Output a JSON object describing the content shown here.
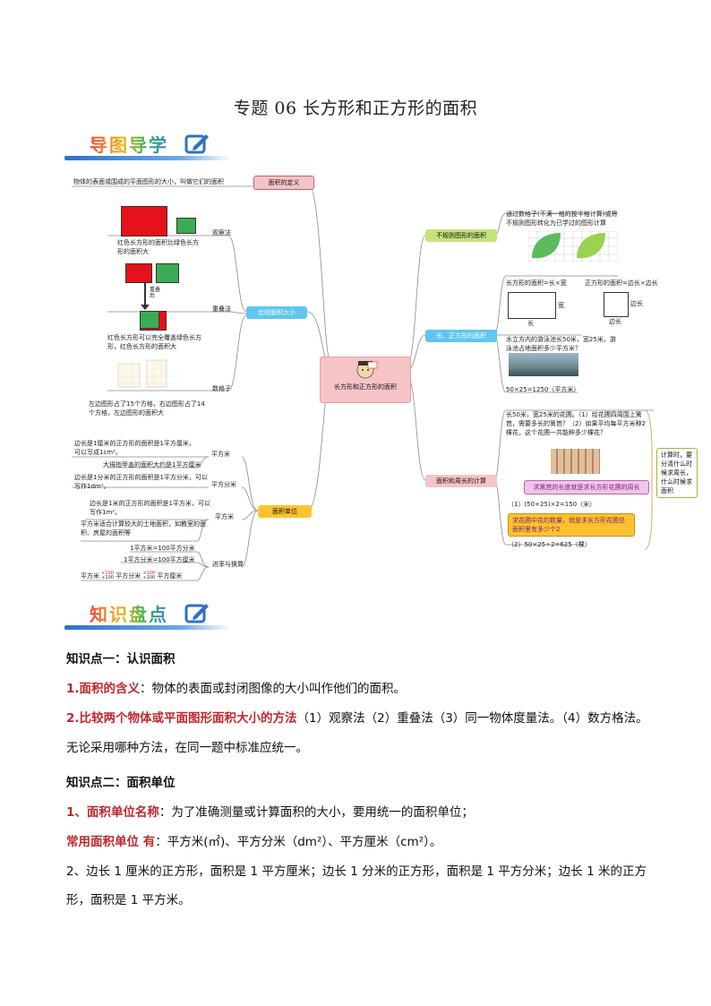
{
  "title": "专题 06 长方形和正方形的面积",
  "sections": {
    "mindmap_banner": "导图导学",
    "knowledge_banner": "知识盘点"
  },
  "mindmap": {
    "center": "长方形和正方形的面积",
    "left": {
      "definition": {
        "label": "面积的定义",
        "text": "物体的表面或围成的平面图形的大小，叫做它们的面积"
      },
      "compare": {
        "label": "比较面积大小",
        "observe": {
          "label": "观察法",
          "text": "红色长方形的面积比绿色长方形的面积大"
        },
        "overlap": {
          "label": "重叠法",
          "arrow": "重叠后",
          "text": "红色长方形可以完全覆盖绿色长方形，红色长方形的面积大"
        },
        "count": {
          "label": "数格子",
          "text": "左边图形占了15个方格，右边图形占了14个方格，左边图形的面积大"
        }
      },
      "unit": {
        "label": "面积单位",
        "m2": {
          "label": "平方米",
          "text1": "边长是1厘米的正方形的面积是1平方厘米，可以写成1cm²。",
          "text2": "大拇指甲盖的面积大约是1平方厘米"
        },
        "dm2": {
          "label": "平方分米",
          "text": "边长是1分米的正方形的面积是1平方分米，可以写作1dm²。"
        },
        "sqm": {
          "label": "平方米",
          "text1": "边长是1米的正方形的面积是1平方米，可以写作1m²。",
          "text2": "平方米适合计算较大的土地面积，如教室的面积、房屋的面积等"
        },
        "conv": {
          "label": "进率与换算",
          "r1": "1平方米=100平方分米",
          "r2": "1平方分米=100平方厘米",
          "r3a": "平方米",
          "r3b": "平方分米",
          "r3c": "平方厘米",
          "x100": "×100",
          "d100": "÷100"
        }
      }
    },
    "right": {
      "irregular": {
        "label": "不规则图形的面积",
        "text": "通过数格子(不满一格的按半格计算)或将不规则图形转化为已学过的图形计算"
      },
      "rect": {
        "label": "长、正方形的面积",
        "rect_formula": "长方形的面积=长×宽",
        "sq_formula": "正方形的面积=边长×边长",
        "len": "长",
        "wid": "宽",
        "side1": "边长",
        "side2": "边长",
        "problem": "水立方内的游泳池长50米，宽25米。游泳池占地面积多少平方米？",
        "answer": "50×25=1250（平方米）"
      },
      "calc": {
        "label": "面积和周长的计算",
        "problem": "长50米，宽25米的花圃。（1）给花圃四周围上篱笆，需要多长的篱笆？（2）如果平均每平方米种2棵花，这个花圃一共能种多少棵花？",
        "hint1": "求篱笆的长度就是求长方形花圃的周长",
        "ans1": "（1）(50+25)×2=150（米）",
        "hint2": "求花圃中花的数量，就是求长方形花圃总面积里有多少个2",
        "ans2": "（2）50×25÷2=625（棵）",
        "side_note": "计算时，要分清什么时候求周长，什么时候求面积"
      }
    }
  },
  "kp1": {
    "heading": "知识点一：认识面积",
    "p1_num": "1.",
    "p1_key": "面积的含义",
    "p1_text": "：物体的表面或封闭图像的大小叫作他们的面积。",
    "p2_num": "2.",
    "p2_key": "比较两个物体或平面图形面积大小的方法",
    "p2_text": "（1）观察法（2）重叠法（3）同一物体度量法。（4）数方格法。",
    "p2_cont": "无论采用哪种方法，在同一题中标准应统一。"
  },
  "kp2": {
    "heading": "知识点二：面积单位",
    "p1_num": "1、",
    "p1_key": "面积单位名称",
    "p1_text": "：为了准确测量或计算面积的大小，要用统一的面积单位；",
    "p2_key": "常用面积单位 有",
    "p2_text": "：平方米(㎡)、平方分米（dm²）、平方厘米（cm²）。",
    "p3_text": "2、边长 1 厘米的正方形，面积是 1 平方厘米；边长 1 分米的正方形，面积是 1 平方分米；边长 1 米的正方",
    "p3_cont": "形，面积是 1 平方米。"
  },
  "colors": {
    "red_text": "#c0272d",
    "node_green": "#c6e27a",
    "node_blue": "#5fc6ef",
    "node_pink": "#f6c3c7",
    "node_orange": "#ffc22e"
  }
}
